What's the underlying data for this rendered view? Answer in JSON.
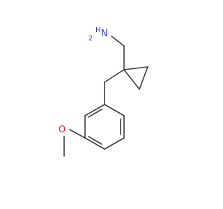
{
  "molecule": {
    "atoms": {
      "amine": {
        "element": "N",
        "hydrogens": "H",
        "hydrogen_count": "2"
      },
      "ether_oxygen": {
        "element": "O"
      }
    },
    "colors": {
      "bond": "#3a3a3a",
      "nitrogen": "#2b3cc8",
      "oxygen": "#e0201b",
      "background": "#ffffff"
    }
  }
}
